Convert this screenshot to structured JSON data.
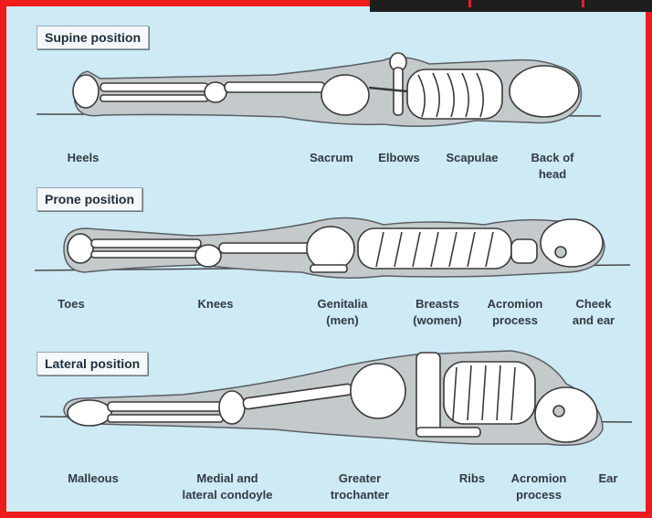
{
  "sections": {
    "supine": {
      "title": "Supine position",
      "labels": {
        "heels": "Heels",
        "sacrum": "Sacrum",
        "elbows": "Elbows",
        "scapulae": "Scapulae",
        "back_of_head": "Back of\nhead"
      }
    },
    "prone": {
      "title": "Prone position",
      "labels": {
        "toes": "Toes",
        "knees": "Knees",
        "genitalia": "Genitalia\n(men)",
        "breasts": "Breasts\n(women)",
        "acromion": "Acromion\nprocess",
        "cheek_ear": "Cheek\nand ear"
      }
    },
    "lateral": {
      "title": "Lateral position",
      "labels": {
        "malleous": "Malleous",
        "condoyle": "Medial and\nlateral condoyle",
        "trochanter": "Greater\ntrochanter",
        "ribs": "Ribs",
        "acromion": "Acromion\nprocess",
        "ear": "Ear"
      }
    }
  },
  "colors": {
    "frame_border": "#ee1c1c",
    "panel_background": "#cdeaf5",
    "body_silhouette": "#c4c9cc",
    "bone": "#ffffff",
    "bone_outline": "#3a3a3a",
    "floor_line": "#4a4a4a"
  }
}
